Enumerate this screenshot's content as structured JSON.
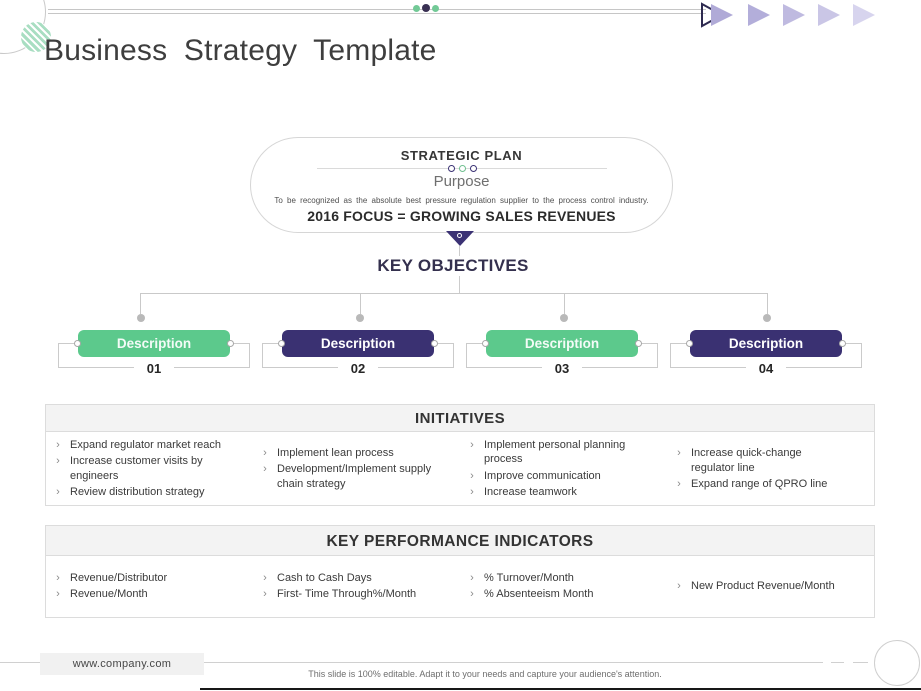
{
  "title": "Business Strategy Template",
  "strategic_plan": {
    "heading": "STRATEGIC PLAN",
    "subheading": "Purpose",
    "purpose_text": "To be recognized as the absolute best pressure regulation supplier to the process control industry.",
    "focus_text": "2016 FOCUS = GROWING SALES REVENUES"
  },
  "key_objectives": {
    "heading": "KEY OBJECTIVES",
    "items": [
      {
        "label": "Description",
        "number": "01",
        "color": "#5cc98c"
      },
      {
        "label": "Description",
        "number": "02",
        "color": "#3a3172"
      },
      {
        "label": "Description",
        "number": "03",
        "color": "#5cc98c"
      },
      {
        "label": "Description",
        "number": "04",
        "color": "#3a3172"
      }
    ]
  },
  "initiatives": {
    "heading": "INITIATIVES",
    "columns": [
      [
        "Expand regulator market reach",
        "Increase customer visits by engineers",
        "Review distribution strategy"
      ],
      [
        "Implement lean process",
        "Development/Implement supply chain strategy"
      ],
      [
        "Implement personal planning process",
        "Improve communication",
        "Increase teamwork"
      ],
      [
        "Increase quick-change regulator line",
        "Expand range of QPRO line"
      ]
    ]
  },
  "kpi": {
    "heading": "KEY PERFORMANCE INDICATORS",
    "columns": [
      [
        "Revenue/Distributor",
        "Revenue/Month"
      ],
      [
        "Cash to Cash Days",
        "First- Time Through%/Month"
      ],
      [
        "% Turnover/Month",
        "% Absenteeism Month"
      ],
      [
        "New Product Revenue/Month"
      ]
    ]
  },
  "footer": {
    "website": "www.company.com",
    "note": "This slide is 100% editable. Adapt it to your needs and capture your audience's attention."
  },
  "icons": {
    "bullet": "›"
  },
  "colors": {
    "green": "#5cc98c",
    "purple": "#3a3172",
    "arrow_light": "#b0aad7",
    "line_gray": "#c9c9c9"
  }
}
